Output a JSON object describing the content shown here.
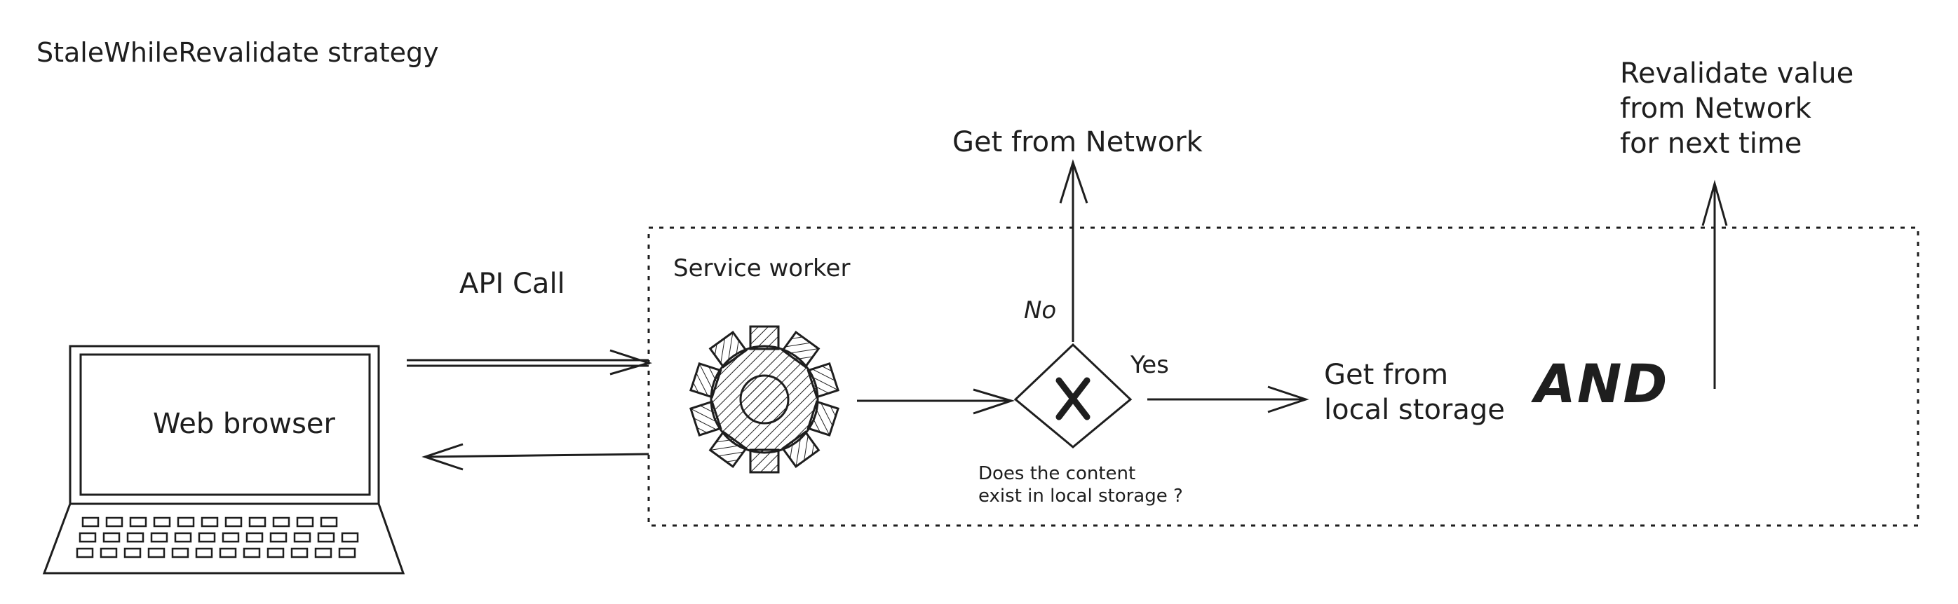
{
  "title": "StaleWhileRevalidate strategy",
  "labels": {
    "api_call": "API Call",
    "web_browser": "Web browser",
    "service_worker": "Service worker",
    "decision_question": [
      "Does the content",
      "exist in local storage ?"
    ],
    "no": "No",
    "yes": "Yes",
    "get_from_network": "Get from Network",
    "get_from_local": [
      "Get from",
      "local storage"
    ],
    "and": "AND",
    "revalidate": [
      "Revalidate value",
      "from Network",
      "for next time"
    ]
  },
  "icons": {
    "decision": "x-icon",
    "gear": "gear-icon",
    "laptop": "laptop-icon"
  },
  "colors": {
    "stroke": "#1e1e1e",
    "background": "#ffffff"
  }
}
